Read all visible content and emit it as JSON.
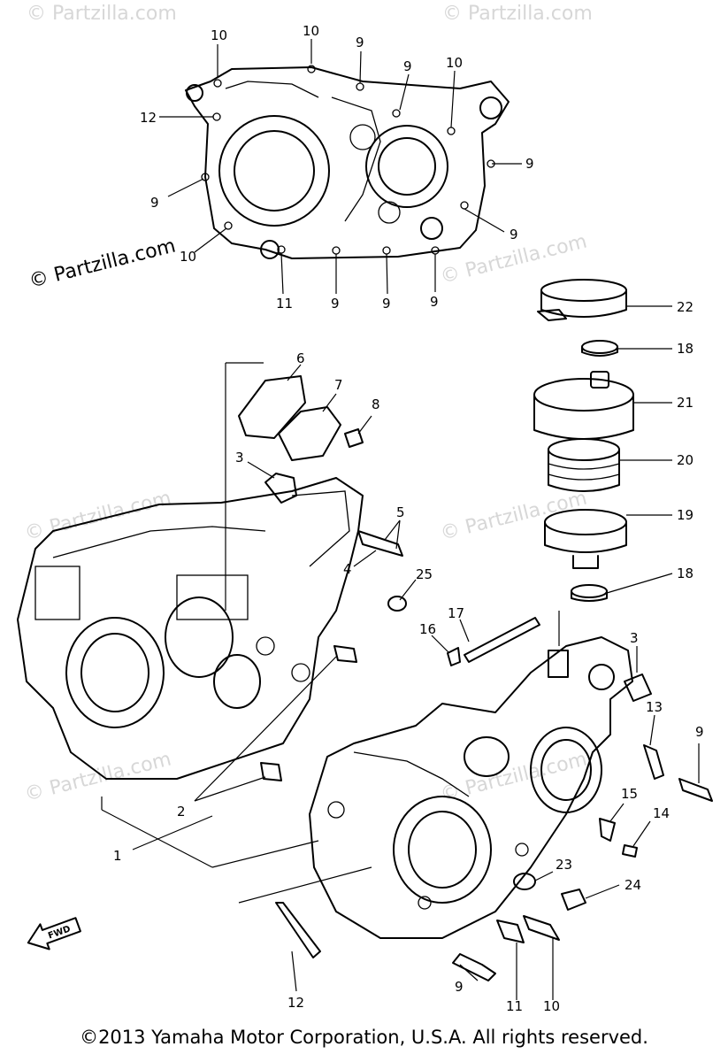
{
  "watermarks": {
    "main": "© Partzilla.com",
    "faint": "© Partzilla.com"
  },
  "fwd_label": "FWD",
  "copyright": "©2013 Yamaha Motor Corporation, U.S.A. All rights reserved.",
  "callouts": {
    "top_case": [
      "10",
      "10",
      "9",
      "9",
      "10",
      "12",
      "9",
      "9",
      "9",
      "10",
      "11",
      "9",
      "9",
      "9"
    ],
    "lower_left": [
      "6",
      "7",
      "8",
      "3",
      "5",
      "4",
      "25",
      "2",
      "1",
      "12"
    ],
    "lower_right": [
      "17",
      "16",
      "3",
      "13",
      "9",
      "15",
      "14",
      "23",
      "24",
      "9",
      "11",
      "10"
    ],
    "air_box": [
      "22",
      "18",
      "21",
      "20",
      "19",
      "18"
    ]
  }
}
